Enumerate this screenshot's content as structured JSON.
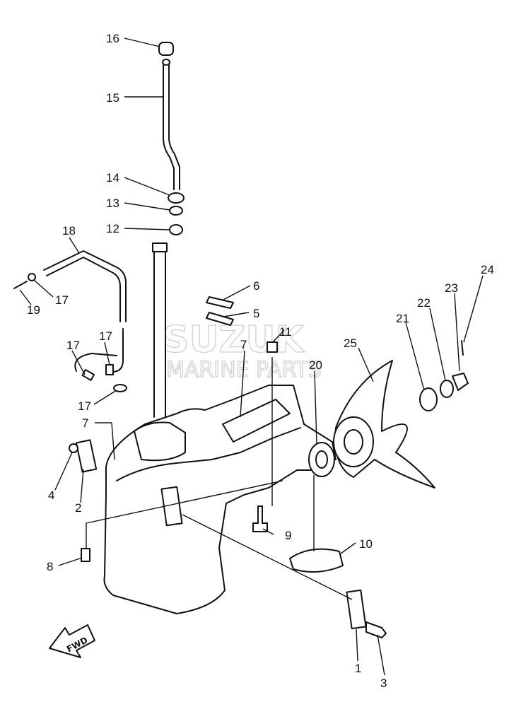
{
  "watermark": {
    "brand": "SUZUK",
    "line2": "MARINE PARTS"
  },
  "direction_marker": "FWD",
  "callouts": {
    "c1": "1",
    "c2": "2",
    "c3": "3",
    "c4": "4",
    "c5": "5",
    "c6": "6",
    "c7a": "7",
    "c7b": "7",
    "c8": "8",
    "c9": "9",
    "c10": "10",
    "c11": "11",
    "c12": "12",
    "c13": "13",
    "c14": "14",
    "c15": "15",
    "c16": "16",
    "c17a": "17",
    "c17b": "17",
    "c17c": "17",
    "c17d": "17",
    "c18": "18",
    "c19": "19",
    "c20": "20",
    "c21": "21",
    "c22": "22",
    "c23": "23",
    "c24": "24",
    "c25": "25"
  }
}
